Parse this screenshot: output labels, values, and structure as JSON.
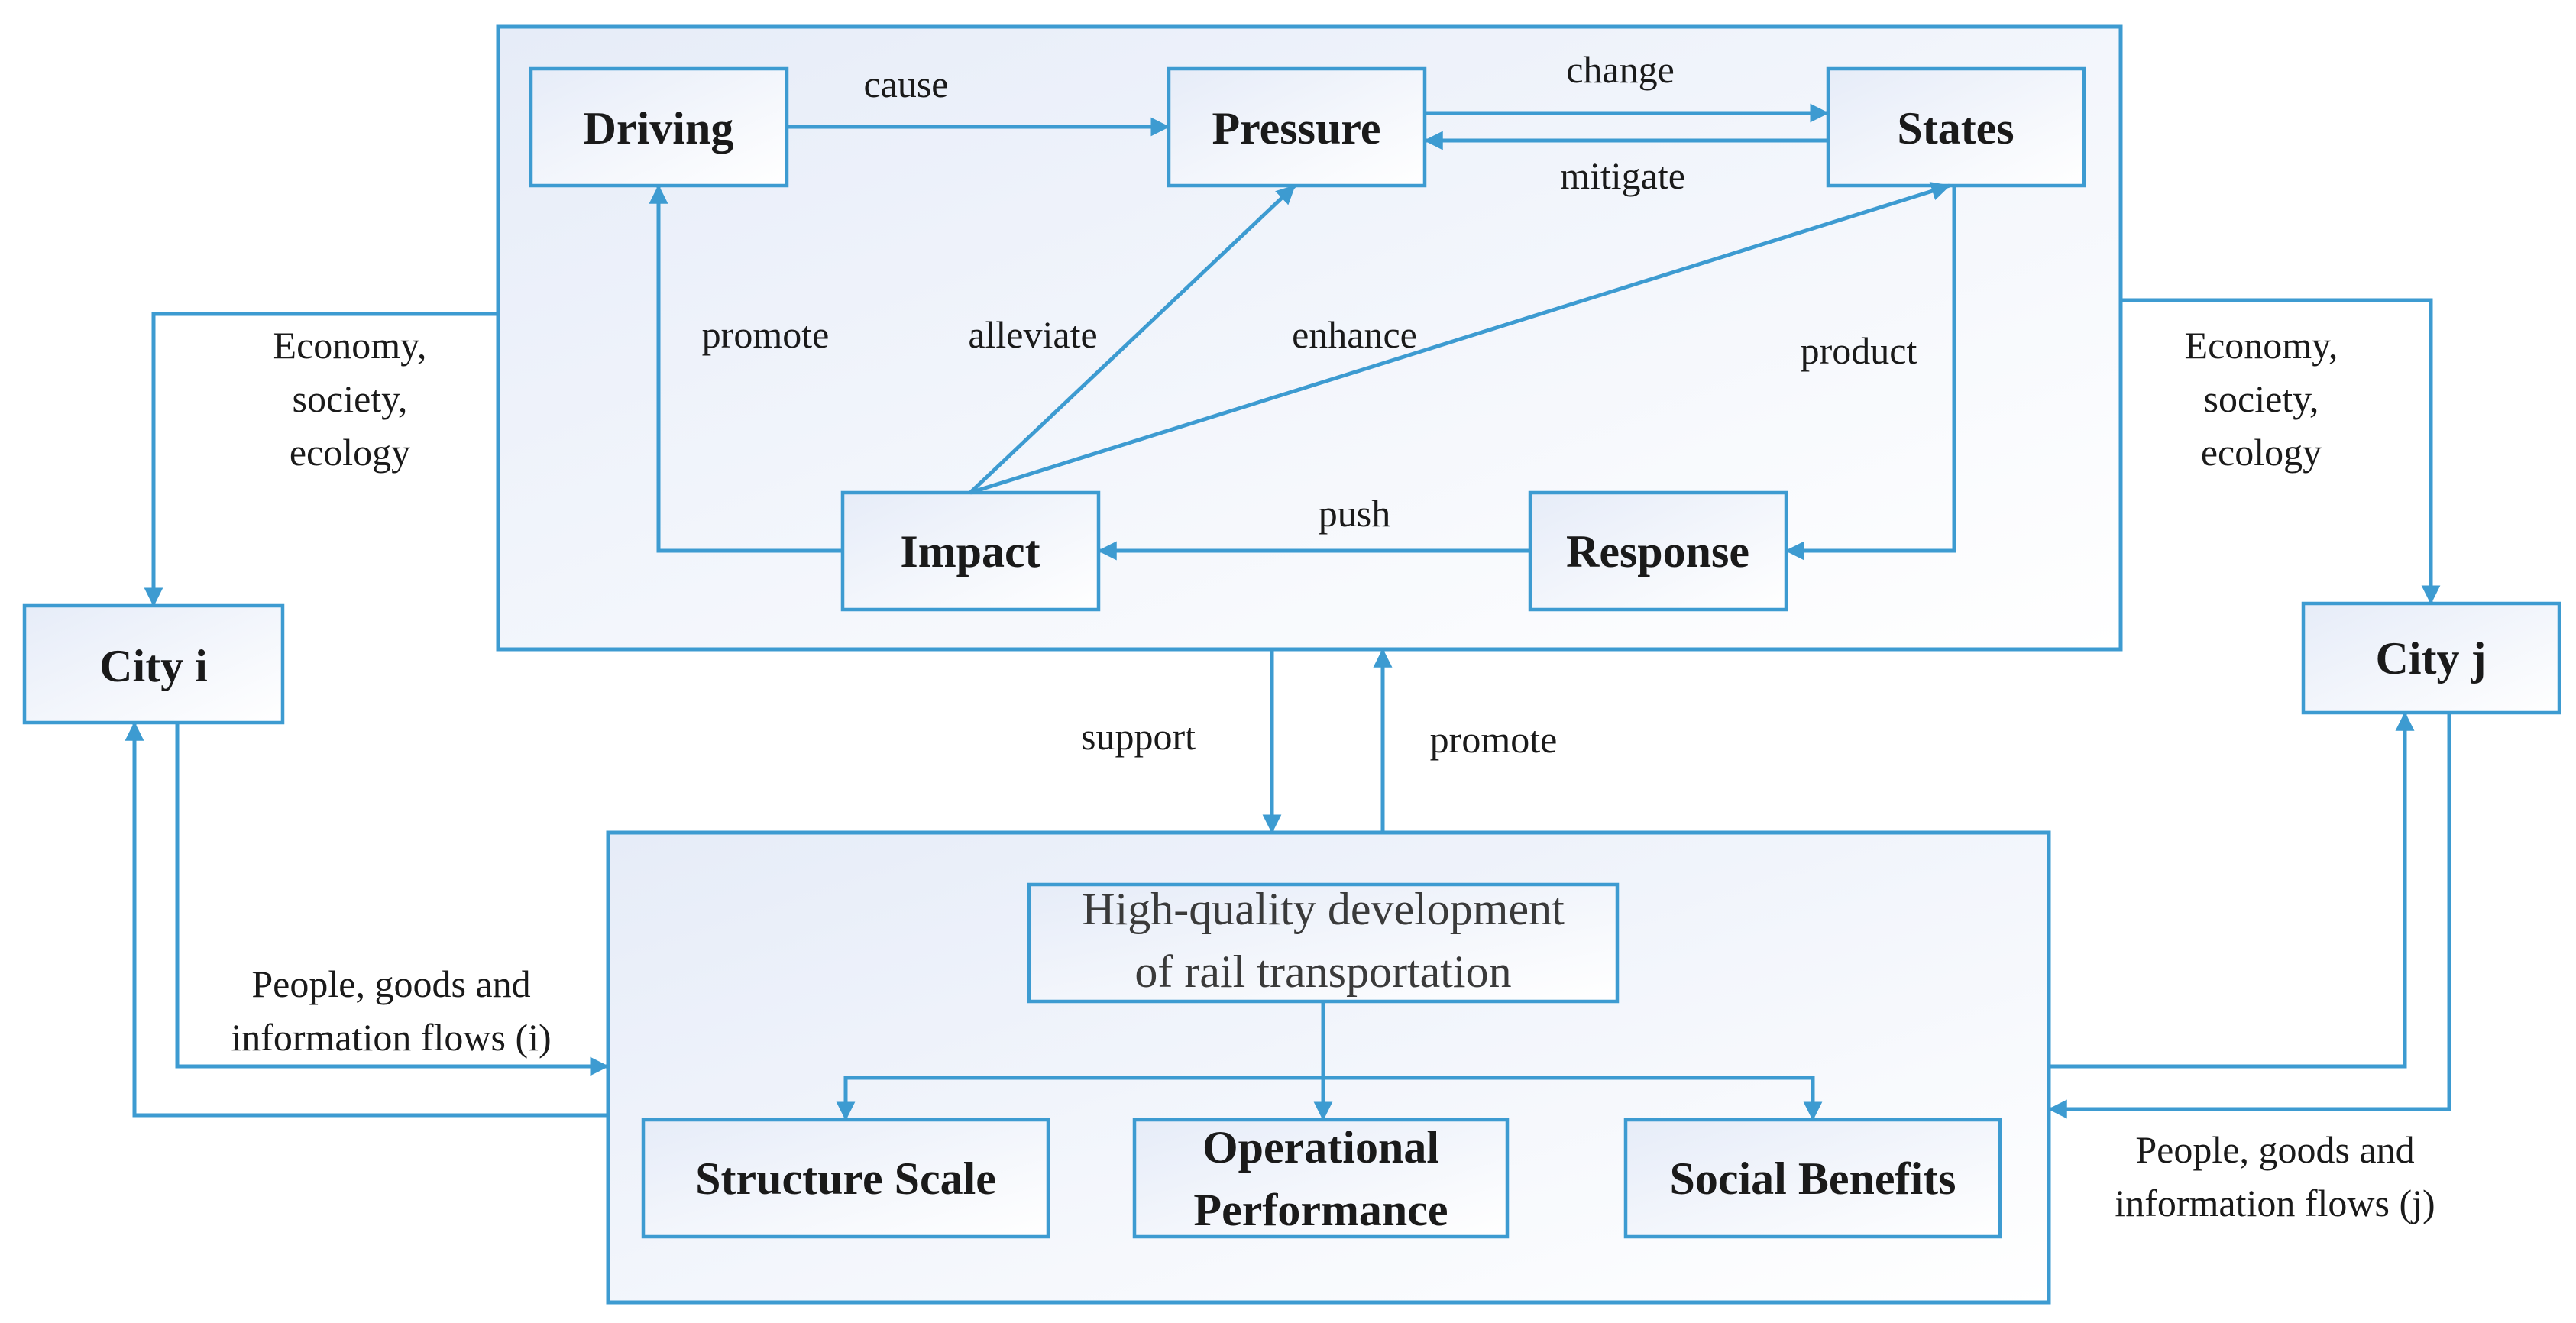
{
  "colors": {
    "stroke": "#3d9bd1",
    "panel_fill_start": "#e6ecf8",
    "panel_fill_end": "#ffffff",
    "text": "#1a1a1a"
  },
  "nodes": {
    "driving": "Driving",
    "pressure": "Pressure",
    "states": "States",
    "impact": "Impact",
    "response": "Response",
    "city_i": "City i",
    "city_j": "City j",
    "hq_line1": "High-quality development",
    "hq_line2": "of rail transportation",
    "structure_scale": "Structure Scale",
    "operational_line1": "Operational",
    "operational_line2": "Performance",
    "social_benefits": "Social Benefits"
  },
  "edges": {
    "cause": "cause",
    "change": "change",
    "mitigate": "mitigate",
    "promote_top": "promote",
    "alleviate": "alleviate",
    "enhance": "enhance",
    "product": "product",
    "push": "push",
    "support": "support",
    "promote_mid": "promote",
    "left_dims": [
      "Economy,",
      "society,",
      "ecology"
    ],
    "right_dims": [
      "Economy,",
      "society,",
      "ecology"
    ],
    "flows_i": [
      "People, goods and",
      "information flows (i)"
    ],
    "flows_j": [
      "People, goods and",
      "information flows (j)"
    ]
  }
}
